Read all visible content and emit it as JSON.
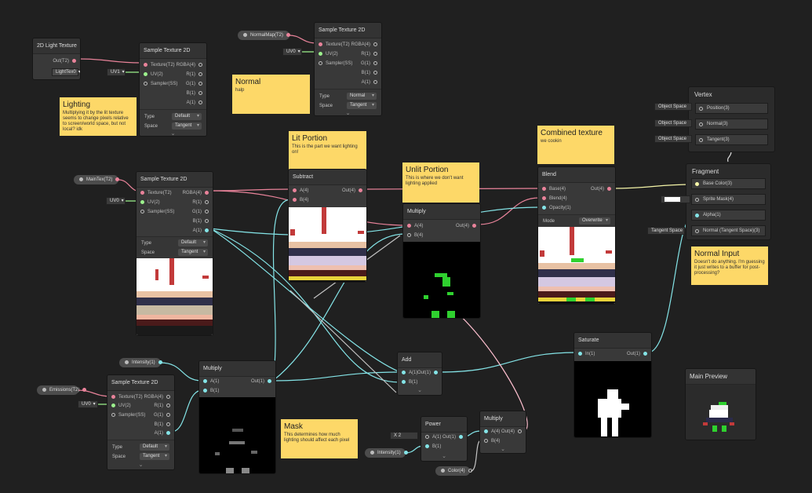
{
  "colors": {
    "background": "#202020",
    "node": "#393939",
    "sticky": "#fdd868",
    "wire_pink": "#e9839a",
    "wire_green": "#9cf28d",
    "wire_cyan": "#84e4e7",
    "wire_white": "#dddddd"
  },
  "light_tex": {
    "title": "2D Light Texture",
    "out": "Out(T2)",
    "value": "LightTex0"
  },
  "sample_light": {
    "title": "Sample Texture 2D",
    "uv_chip": "UV1",
    "inputs": [
      "Texture(T2)",
      "UV(2)",
      "Sampler(SS)"
    ],
    "outputs": [
      "RGBA(4)",
      "R(1)",
      "G(1)",
      "B(1)",
      "A(1)"
    ],
    "type_label": "Type",
    "type_value": "Default",
    "space_label": "Space",
    "space_value": "Tangent",
    "chevron": "⌄"
  },
  "sample_normal": {
    "title": "Sample Texture 2D",
    "prop": "NormalMap(T2)",
    "uv_chip": "UV0",
    "inputs": [
      "Texture(T2)",
      "UV(2)",
      "Sampler(SS)"
    ],
    "outputs": [
      "RGBA(4)",
      "R(1)",
      "G(1)",
      "B(1)",
      "A(1)"
    ],
    "type_label": "Type",
    "type_value": "Normal",
    "space_label": "Space",
    "space_value": "Tangent",
    "chevron": "⌄"
  },
  "sample_main": {
    "title": "Sample Texture 2D",
    "prop": "MainTex(T2)",
    "uv_chip": "UV0",
    "inputs": [
      "Texture(T2)",
      "UV(2)",
      "Sampler(SS)"
    ],
    "outputs": [
      "RGBA(4)",
      "R(1)",
      "G(1)",
      "B(1)",
      "A(1)"
    ],
    "type_label": "Type",
    "type_value": "Default",
    "space_label": "Space",
    "space_value": "Tangent"
  },
  "sample_emis": {
    "title": "Sample Texture 2D",
    "prop": "Emissions(T2)",
    "uv_chip": "UV0",
    "inputs": [
      "Texture(T2)",
      "UV(2)",
      "Sampler(SS)"
    ],
    "outputs": [
      "RGBA(4)",
      "R(1)",
      "G(1)",
      "B(1)",
      "A(1)"
    ],
    "type_label": "Type",
    "type_value": "Default",
    "space_label": "Space",
    "space_value": "Tangent",
    "chevron": "⌄"
  },
  "subtract": {
    "title": "Subtract",
    "inputs": [
      "A(4)",
      "B(4)"
    ],
    "output": "Out(4)"
  },
  "multiply_unlit": {
    "title": "Multiply",
    "inputs": [
      "A(4)",
      "B(4)"
    ],
    "output": "Out(4)"
  },
  "blend": {
    "title": "Blend",
    "inputs": [
      "Base(4)",
      "Blend(4)",
      "Opacity(1)"
    ],
    "output": "Out(4)",
    "mode_label": "Mode",
    "mode_value": "Overwrite"
  },
  "multiply_mask": {
    "title": "Multiply",
    "inputs": [
      "A(1)",
      "B(1)"
    ],
    "output": "Out(1)",
    "intensity_prop": "Intensity(1)"
  },
  "add": {
    "title": "Add",
    "inputs": [
      "A(1)",
      "B(1)"
    ],
    "output": "Out(1)",
    "chevron": "⌄"
  },
  "power": {
    "title": "Power",
    "inputs": [
      "A(1)",
      "B(1)"
    ],
    "output": "Out(1)",
    "x_label": "X",
    "x_value": "2",
    "intensity_prop": "Intensity(1)",
    "chevron": "⌄"
  },
  "multiply_color": {
    "title": "Multiply",
    "inputs": [
      "A(4)",
      "B(4)"
    ],
    "output": "Out(4)",
    "color_prop": "Color(4)",
    "chevron": "⌄"
  },
  "saturate": {
    "title": "Saturate",
    "input": "In(1)",
    "output": "Out(1)"
  },
  "vertex": {
    "title": "Vertex",
    "rows": [
      "Position(3)",
      "Normal(3)",
      "Tangent(3)"
    ],
    "chip": "Object Space"
  },
  "fragment": {
    "title": "Fragment",
    "rows": [
      "Base Color(3)",
      "Sprite Mask(4)",
      "Alpha(1)",
      "Normal (Tangent Space)(3)"
    ],
    "chip": "Tangent Space"
  },
  "main_preview": {
    "title": "Main Preview"
  },
  "notes": {
    "lighting": {
      "title": "Lighting",
      "body": "Multiplying it by the lit texture seems to change pixels relative to screen/world space, but not local? idk"
    },
    "normal": {
      "title": "Normal",
      "body": "halp"
    },
    "lit": {
      "title": "Lit Portion",
      "body": "This is the part we want lighting on!"
    },
    "unlit": {
      "title": "Unlit Portion",
      "body": "This is where we don't want lighting applied"
    },
    "combined": {
      "title": "Combined texture",
      "body": "we cookin"
    },
    "normal_input": {
      "title": "Normal Input",
      "body": "Doesn't do anything. I'm guessing it just writes to a buffer for post-processing?"
    },
    "mask": {
      "title": "Mask",
      "body": "This determines how much lighting should affect each pixel"
    }
  }
}
